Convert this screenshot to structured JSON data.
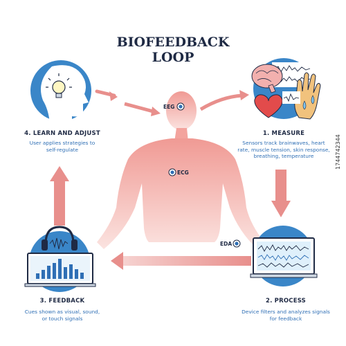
{
  "title": {
    "line1": "BIOFEEDBACK",
    "line2": "LOOP"
  },
  "steps": [
    {
      "title": "1. MEASURE",
      "description": [
        "Sensors track brainwaves, heart",
        "rate, muscle tension, skin response,",
        "breathing, temperature"
      ]
    },
    {
      "title": "2. PROCESS",
      "description": [
        "Device filters and analyzes signals",
        "for feedback"
      ]
    },
    {
      "title": "3. FEEDBACK",
      "description": [
        "Cues shown as visual, sound,",
        "or touch signals"
      ]
    },
    {
      "title": "4. LEARN AND ADJUST",
      "description": [
        "User applies strategies to",
        "self-regulate"
      ]
    }
  ],
  "sensors": {
    "eeg": "EEG",
    "ecg": "ECG",
    "eda": "EDA"
  },
  "watermark": "1744742344",
  "colors": {
    "navy": "#1f2a44",
    "blue": "#2f6fb5",
    "circle": "#3a86c8",
    "arrow": "#e88f8c",
    "body": "#f4a9a4"
  },
  "icons": [
    "lightbulb-icon",
    "brain-icon",
    "heart-icon",
    "hand-icon",
    "headphones-icon",
    "monitor-icon"
  ]
}
